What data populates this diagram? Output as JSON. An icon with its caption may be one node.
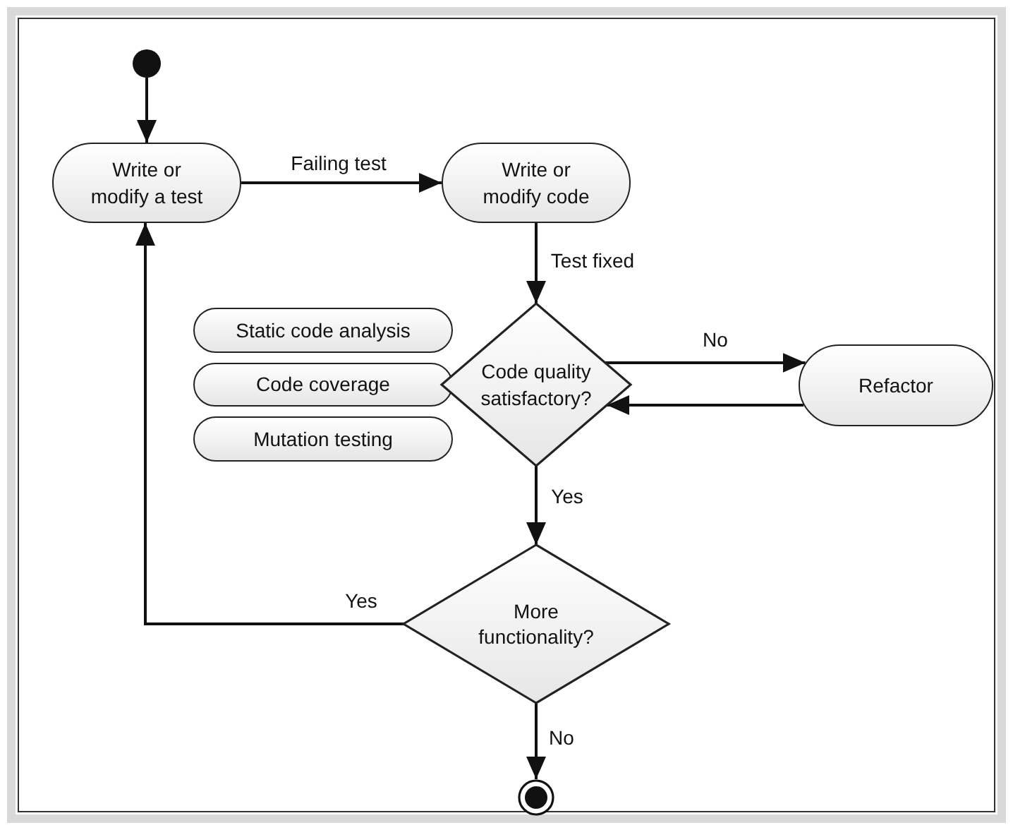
{
  "diagram": {
    "nodes": [
      {
        "text": [],
        "shape": "circle"
      },
      {
        "text": [
          "Write or modify a test"
        ]
      },
      {
        "text": [
          "Write or modify code"
        ]
      },
      {
        "text": [
          "Static code analysis"
        ]
      },
      {
        "text": [
          "Code coverage"
        ]
      },
      {
        "text": [
          "Mutation testing"
        ]
      },
      {
        "text": [
          "Code quality satisfactory?"
        ]
      },
      {
        "text": [
          "Refactor"
        ]
      },
      {
        "text": [
          "More functionality?"
        ]
      },
      {
        "text": [],
        "shape": "circle"
      }
    ],
    "edges": [
      {
        "from": 0,
        "to": 1,
        "arrow": "to"
      },
      {
        "from": 1,
        "to": 2,
        "arrow": "to",
        "label": "Failing test"
      },
      {
        "from": 2,
        "to": 6,
        "arrow": "to",
        "label": "Test fixed"
      },
      {
        "from": 6,
        "to": 7,
        "arrow": "to",
        "label": "No"
      },
      {
        "from": 7,
        "to": 6,
        "arrow": "to"
      },
      {
        "from": 6,
        "to": 8,
        "arrow": "to",
        "label": "Yes"
      },
      {
        "from": 8,
        "to": 1,
        "arrow": "to",
        "label": "Yes"
      },
      {
        "from": 8,
        "to": 9,
        "arrow": "to",
        "label": "No"
      }
    ]
  }
}
